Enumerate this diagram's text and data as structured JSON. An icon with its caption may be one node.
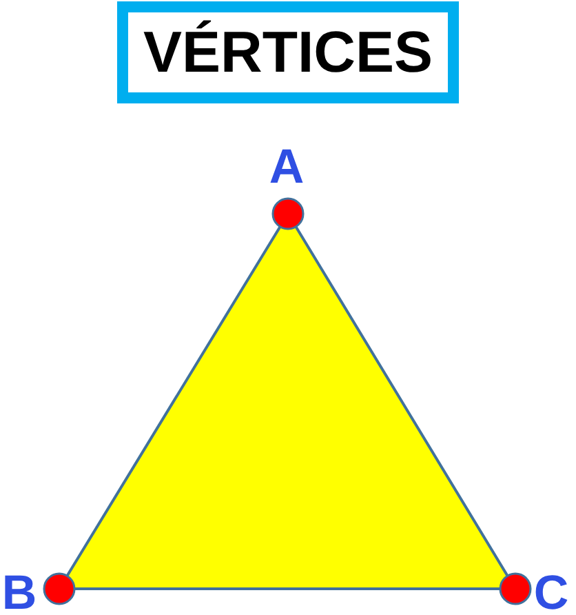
{
  "diagram": {
    "title": "VÉRTICES",
    "nodes": [
      {
        "text": [],
        "shape": "circle",
        "beside": [
          "A"
        ]
      },
      {
        "text": [],
        "shape": "circle",
        "beside": [
          "B"
        ]
      },
      {
        "text": [],
        "shape": "circle",
        "beside": [
          "C"
        ]
      }
    ],
    "edges": [
      {
        "from": 0,
        "to": 1,
        "arrow": "none"
      },
      {
        "from": 1,
        "to": 2,
        "arrow": "none"
      },
      {
        "from": 2,
        "to": 0,
        "arrow": "none"
      }
    ]
  }
}
